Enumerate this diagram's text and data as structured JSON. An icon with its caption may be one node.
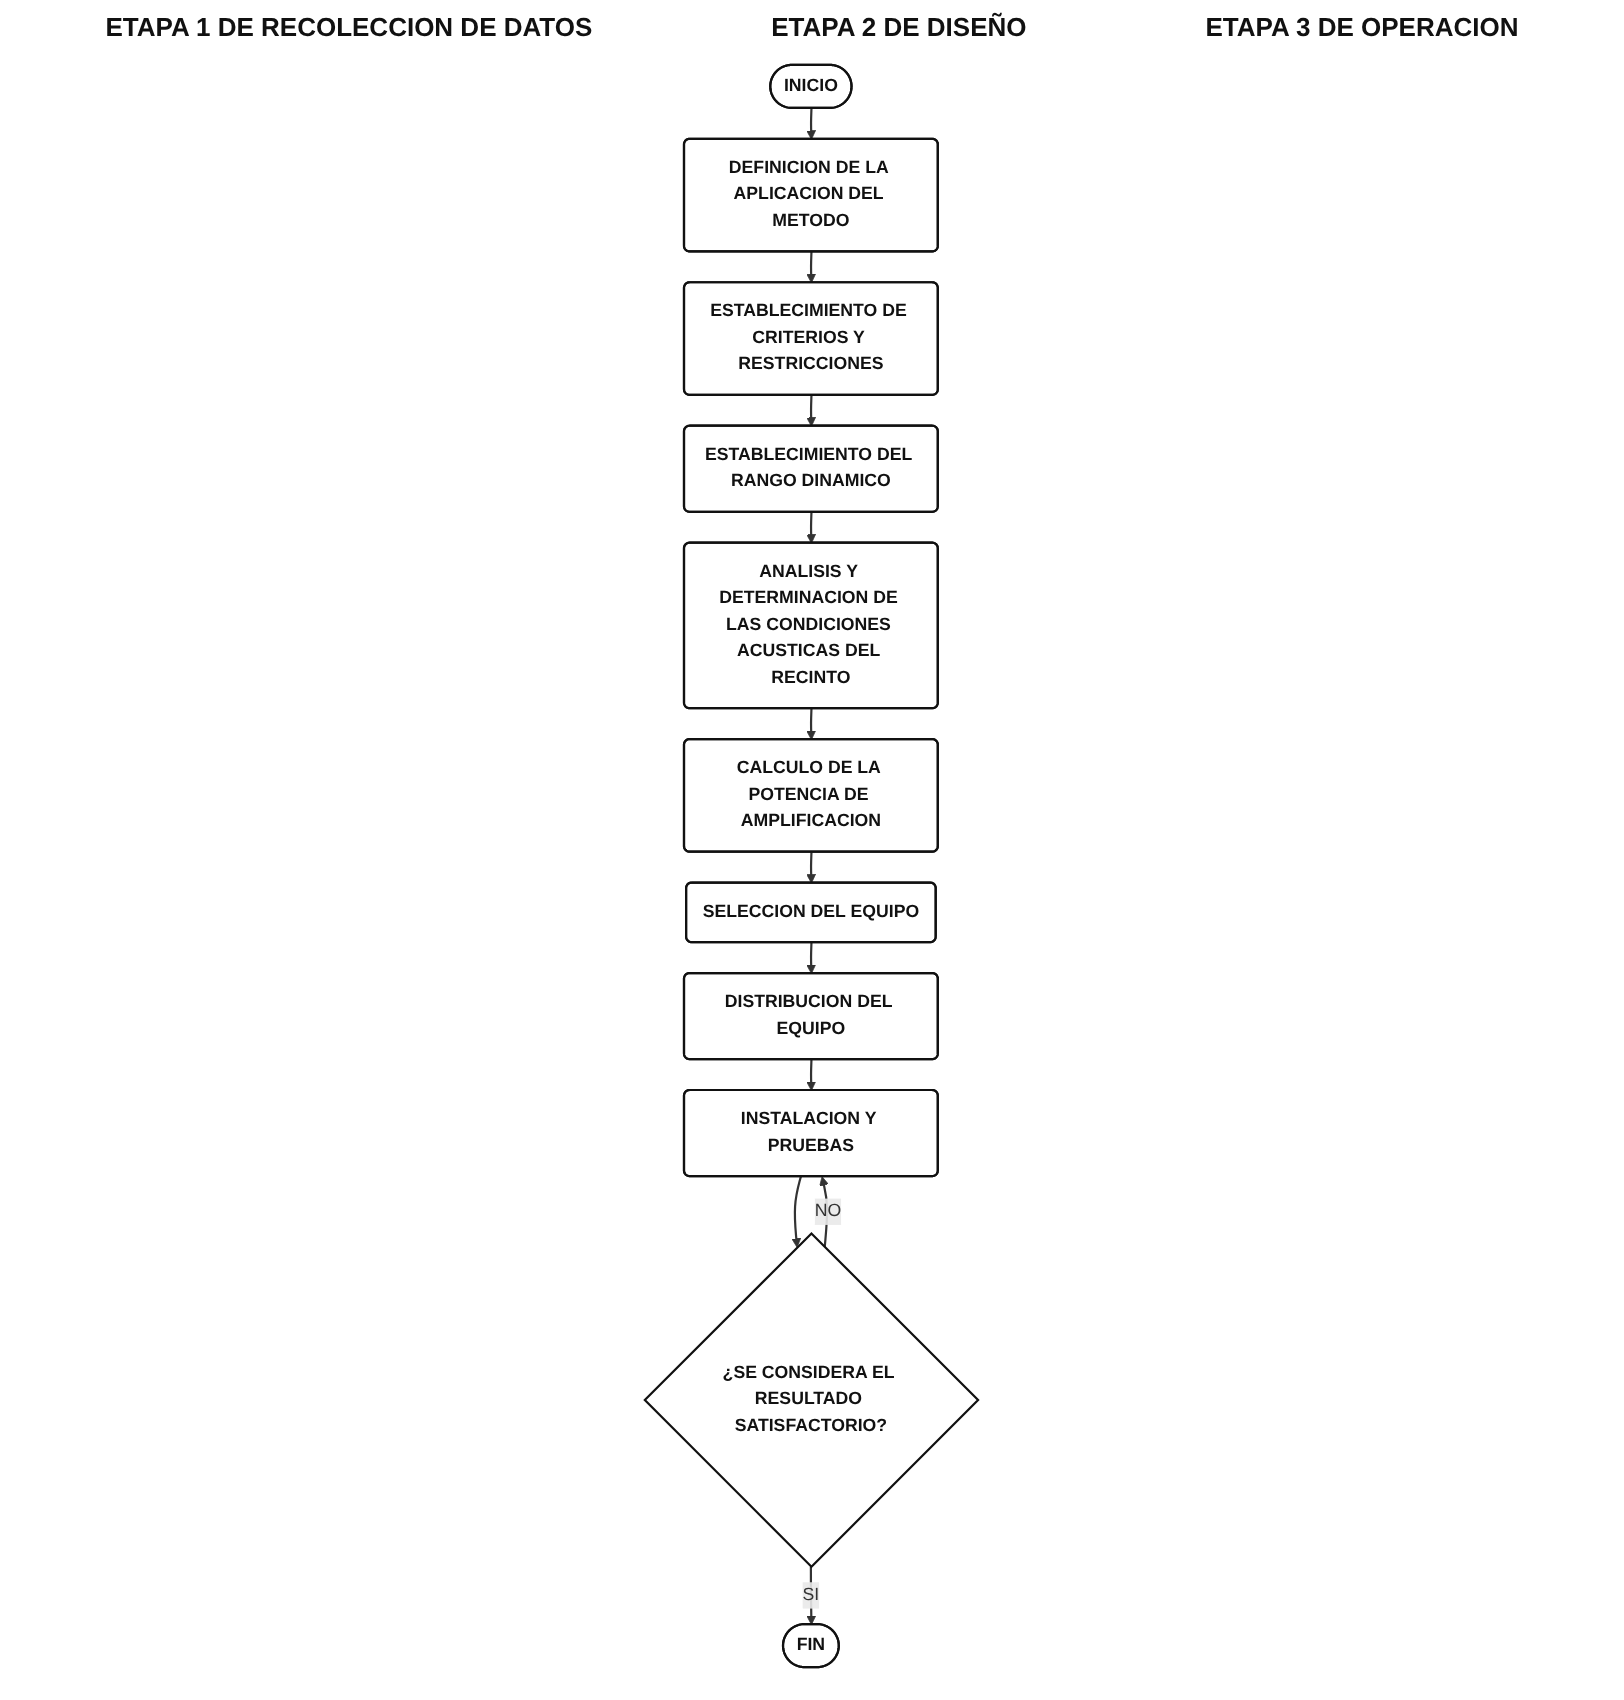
{
  "diagram": {
    "nodes": [
      {
        "text": [
          "INICIO"
        ]
      },
      {
        "text": [
          "DEFINICION DE LA APLICACION DEL METODO"
        ]
      },
      {
        "text": [
          "ESTABLECIMIENTO DE CRITERIOS Y RESTRICCIONES"
        ]
      },
      {
        "text": [
          "ESTABLECIMIENTO DEL RANGO DINAMICO"
        ]
      },
      {
        "text": [
          "ANALISIS Y DETERMINACION DE LAS CONDICIONES ACUSTICAS DEL RECINTO"
        ]
      },
      {
        "text": [
          "CALCULO DE LA POTENCIA DE AMPLIFICACION"
        ]
      },
      {
        "text": [
          "SELECCION DEL EQUIPO"
        ]
      },
      {
        "text": [
          "DISTRIBUCION DEL EQUIPO"
        ]
      },
      {
        "text": [
          "INSTALACION Y PRUEBAS"
        ]
      },
      {
        "text": [
          "¿SE CONSIDERA EL RESULTADO SATISFACTORIO?"
        ]
      },
      {
        "text": [
          "FIN"
        ]
      }
    ],
    "edges": [
      {
        "from": 0,
        "to": 1,
        "arrow": "to"
      },
      {
        "from": 1,
        "to": 2,
        "arrow": "to"
      },
      {
        "from": 2,
        "to": 3,
        "arrow": "to"
      },
      {
        "from": 3,
        "to": 4,
        "arrow": "to"
      },
      {
        "from": 4,
        "to": 5,
        "arrow": "to"
      },
      {
        "from": 5,
        "to": 6,
        "arrow": "to"
      },
      {
        "from": 6,
        "to": 7,
        "arrow": "to"
      },
      {
        "from": 7,
        "to": 8,
        "arrow": "to"
      },
      {
        "from": 8,
        "to": 9,
        "arrow": "to"
      },
      {
        "from": 9,
        "to": 8,
        "label": "NO",
        "arrow": "to"
      },
      {
        "from": 9,
        "to": 10,
        "label": "SI",
        "arrow": "to"
      }
    ],
    "labels": [
      "ETAPA 1 DE RECOLECCION DE DATOS",
      "ETAPA 2 DE DISEÑO",
      "ETAPA 3 DE OPERACION"
    ]
  }
}
